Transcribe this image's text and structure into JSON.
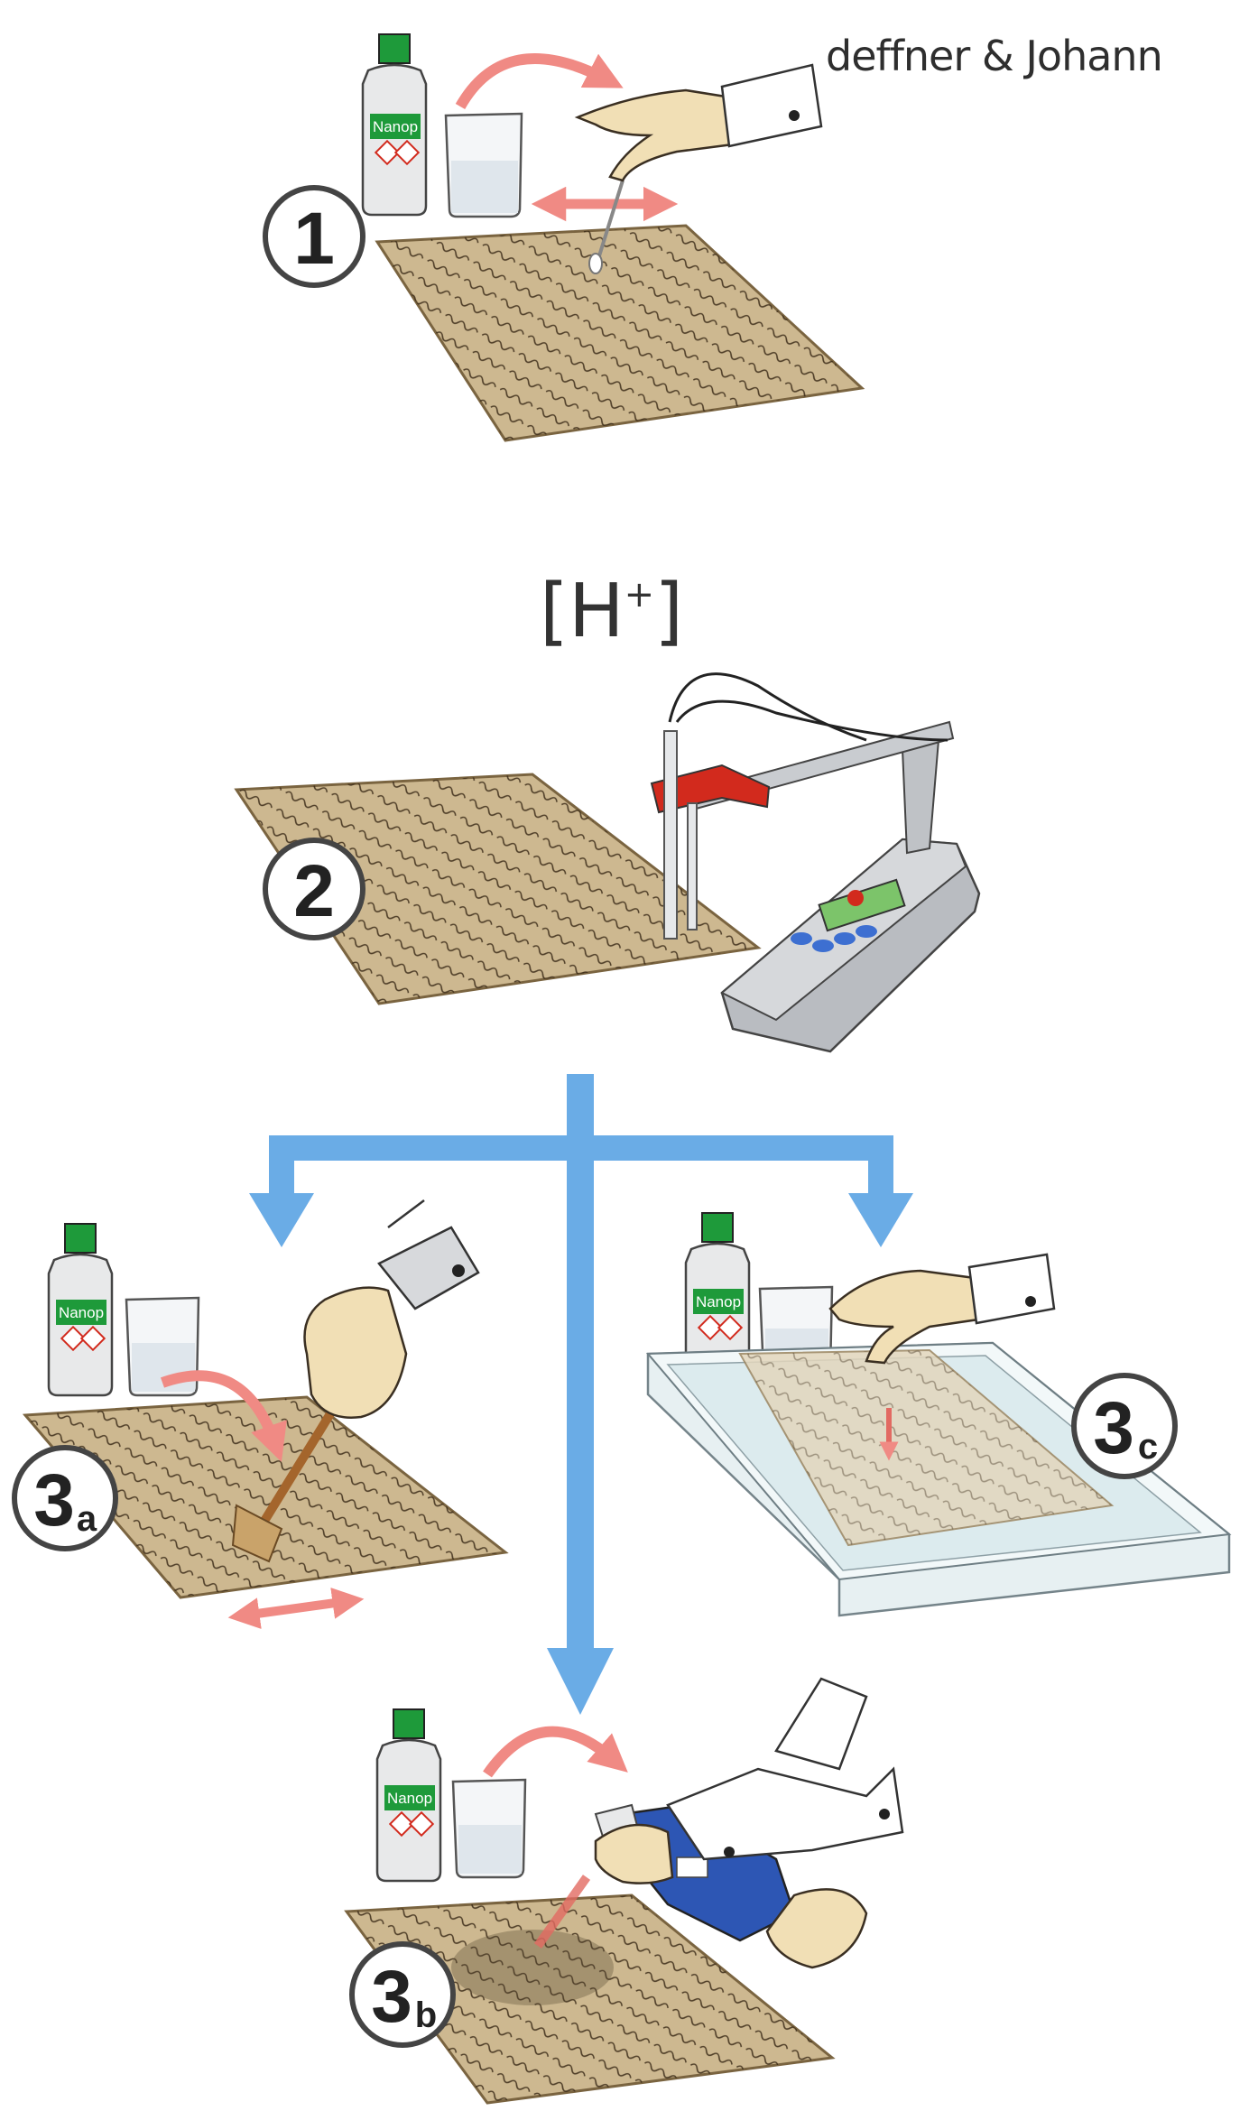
{
  "brand": {
    "name": "deffner & Johann"
  },
  "formula": {
    "base": "[H",
    "superscript": "+",
    "close": "]"
  },
  "bottle_label": "Nanop",
  "steps": [
    {
      "number": "1",
      "subscript": ""
    },
    {
      "number": "2",
      "subscript": ""
    },
    {
      "number": "3",
      "subscript": "a"
    },
    {
      "number": "3",
      "subscript": "b"
    },
    {
      "number": "3",
      "subscript": "c"
    }
  ],
  "colors": {
    "flow_arrow": "#6aace6",
    "action_arrow": "#f08a84",
    "paper": "#cdb890",
    "label_green": "#1e9a3a",
    "clamp_red": "#d22a1d",
    "meter_gray": "#b9bcc1",
    "display_green": "#7cc46a"
  }
}
